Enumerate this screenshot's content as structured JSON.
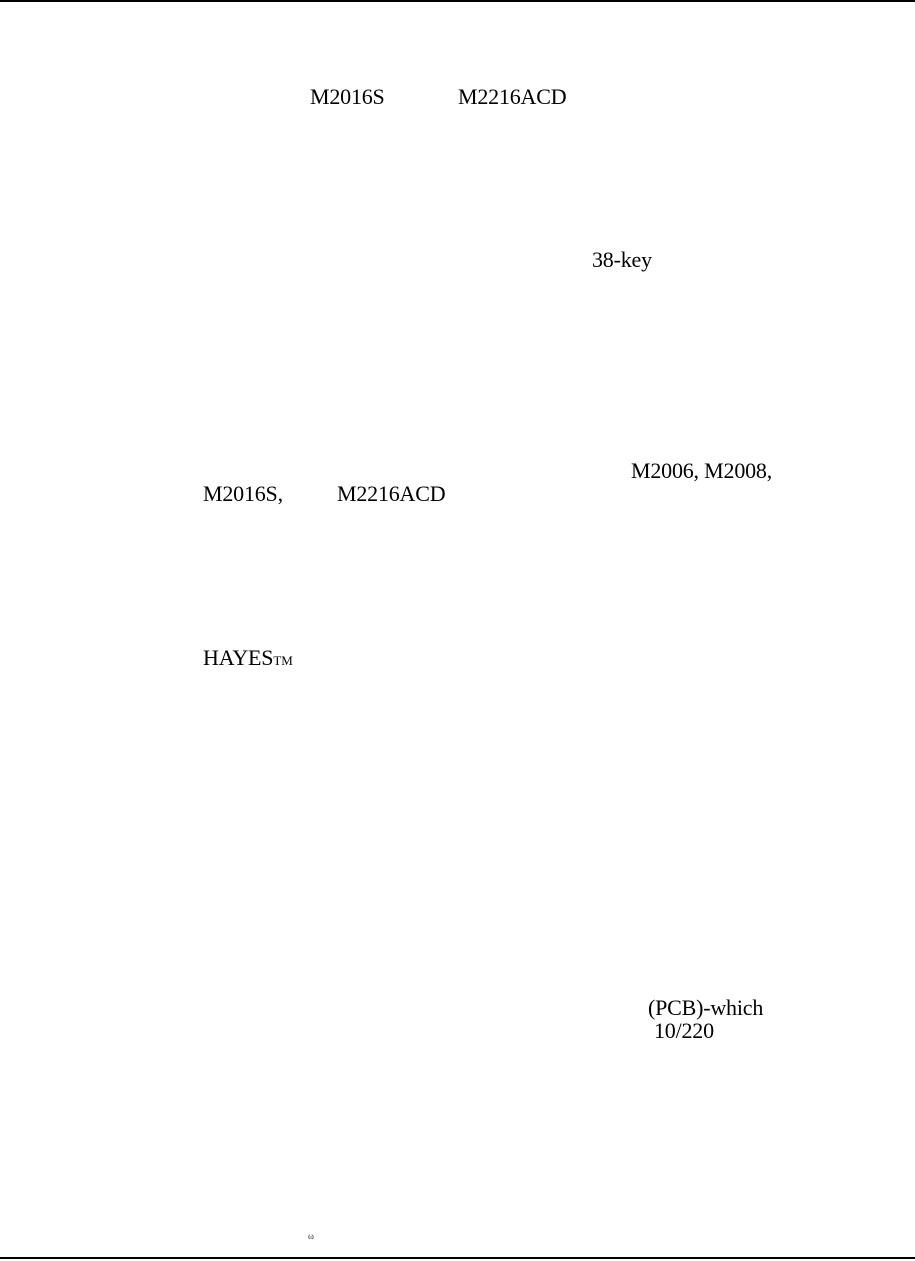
{
  "document": {
    "fragments": [
      {
        "id": "f1",
        "text": "M2016S"
      },
      {
        "id": "f2",
        "text": "M2216ACD"
      },
      {
        "id": "f3",
        "text": "38-key"
      },
      {
        "id": "f4",
        "text": "M2006, M2008,"
      },
      {
        "id": "f5",
        "text": "M2016S,"
      },
      {
        "id": "f6",
        "text": "M2216ACD"
      },
      {
        "id": "f7",
        "text": "HAYES"
      },
      {
        "id": "f8",
        "text": "(PCB)-which"
      },
      {
        "id": "f9",
        "text": "10/220"
      }
    ],
    "trademark": "TM",
    "speck": "ω"
  }
}
